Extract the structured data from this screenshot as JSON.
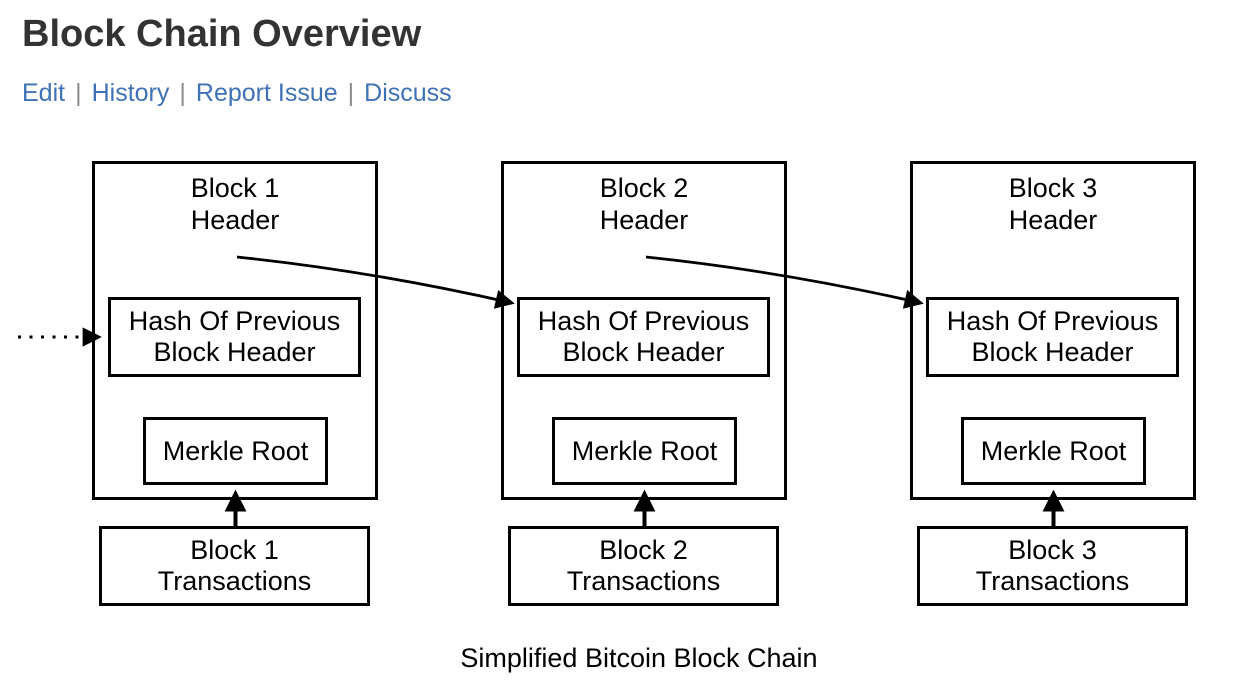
{
  "header": {
    "title": "Block Chain Overview",
    "separator": "|",
    "links": [
      {
        "label": "Edit"
      },
      {
        "label": "History"
      },
      {
        "label": "Report Issue"
      },
      {
        "label": "Discuss"
      }
    ]
  },
  "diagram": {
    "caption": "Simplified Bitcoin Block Chain",
    "blocks": [
      {
        "header_line1": "Block 1",
        "header_line2": "Header",
        "hash_line1": "Hash Of Previous",
        "hash_line2": "Block Header",
        "merkle_label": "Merkle Root",
        "tx_line1": "Block 1",
        "tx_line2": "Transactions"
      },
      {
        "header_line1": "Block 2",
        "header_line2": "Header",
        "hash_line1": "Hash Of Previous",
        "hash_line2": "Block Header",
        "merkle_label": "Merkle Root",
        "tx_line1": "Block 2",
        "tx_line2": "Transactions"
      },
      {
        "header_line1": "Block 3",
        "header_line2": "Header",
        "hash_line1": "Hash Of Previous",
        "hash_line2": "Block Header",
        "merkle_label": "Merkle Root",
        "tx_line1": "Block 3",
        "tx_line2": "Transactions"
      }
    ]
  },
  "colors": {
    "title": "#333333",
    "link": "#3e72b5",
    "separator": "#8c8c8c",
    "diagram_line": "#000000",
    "background": "#ffffff"
  }
}
